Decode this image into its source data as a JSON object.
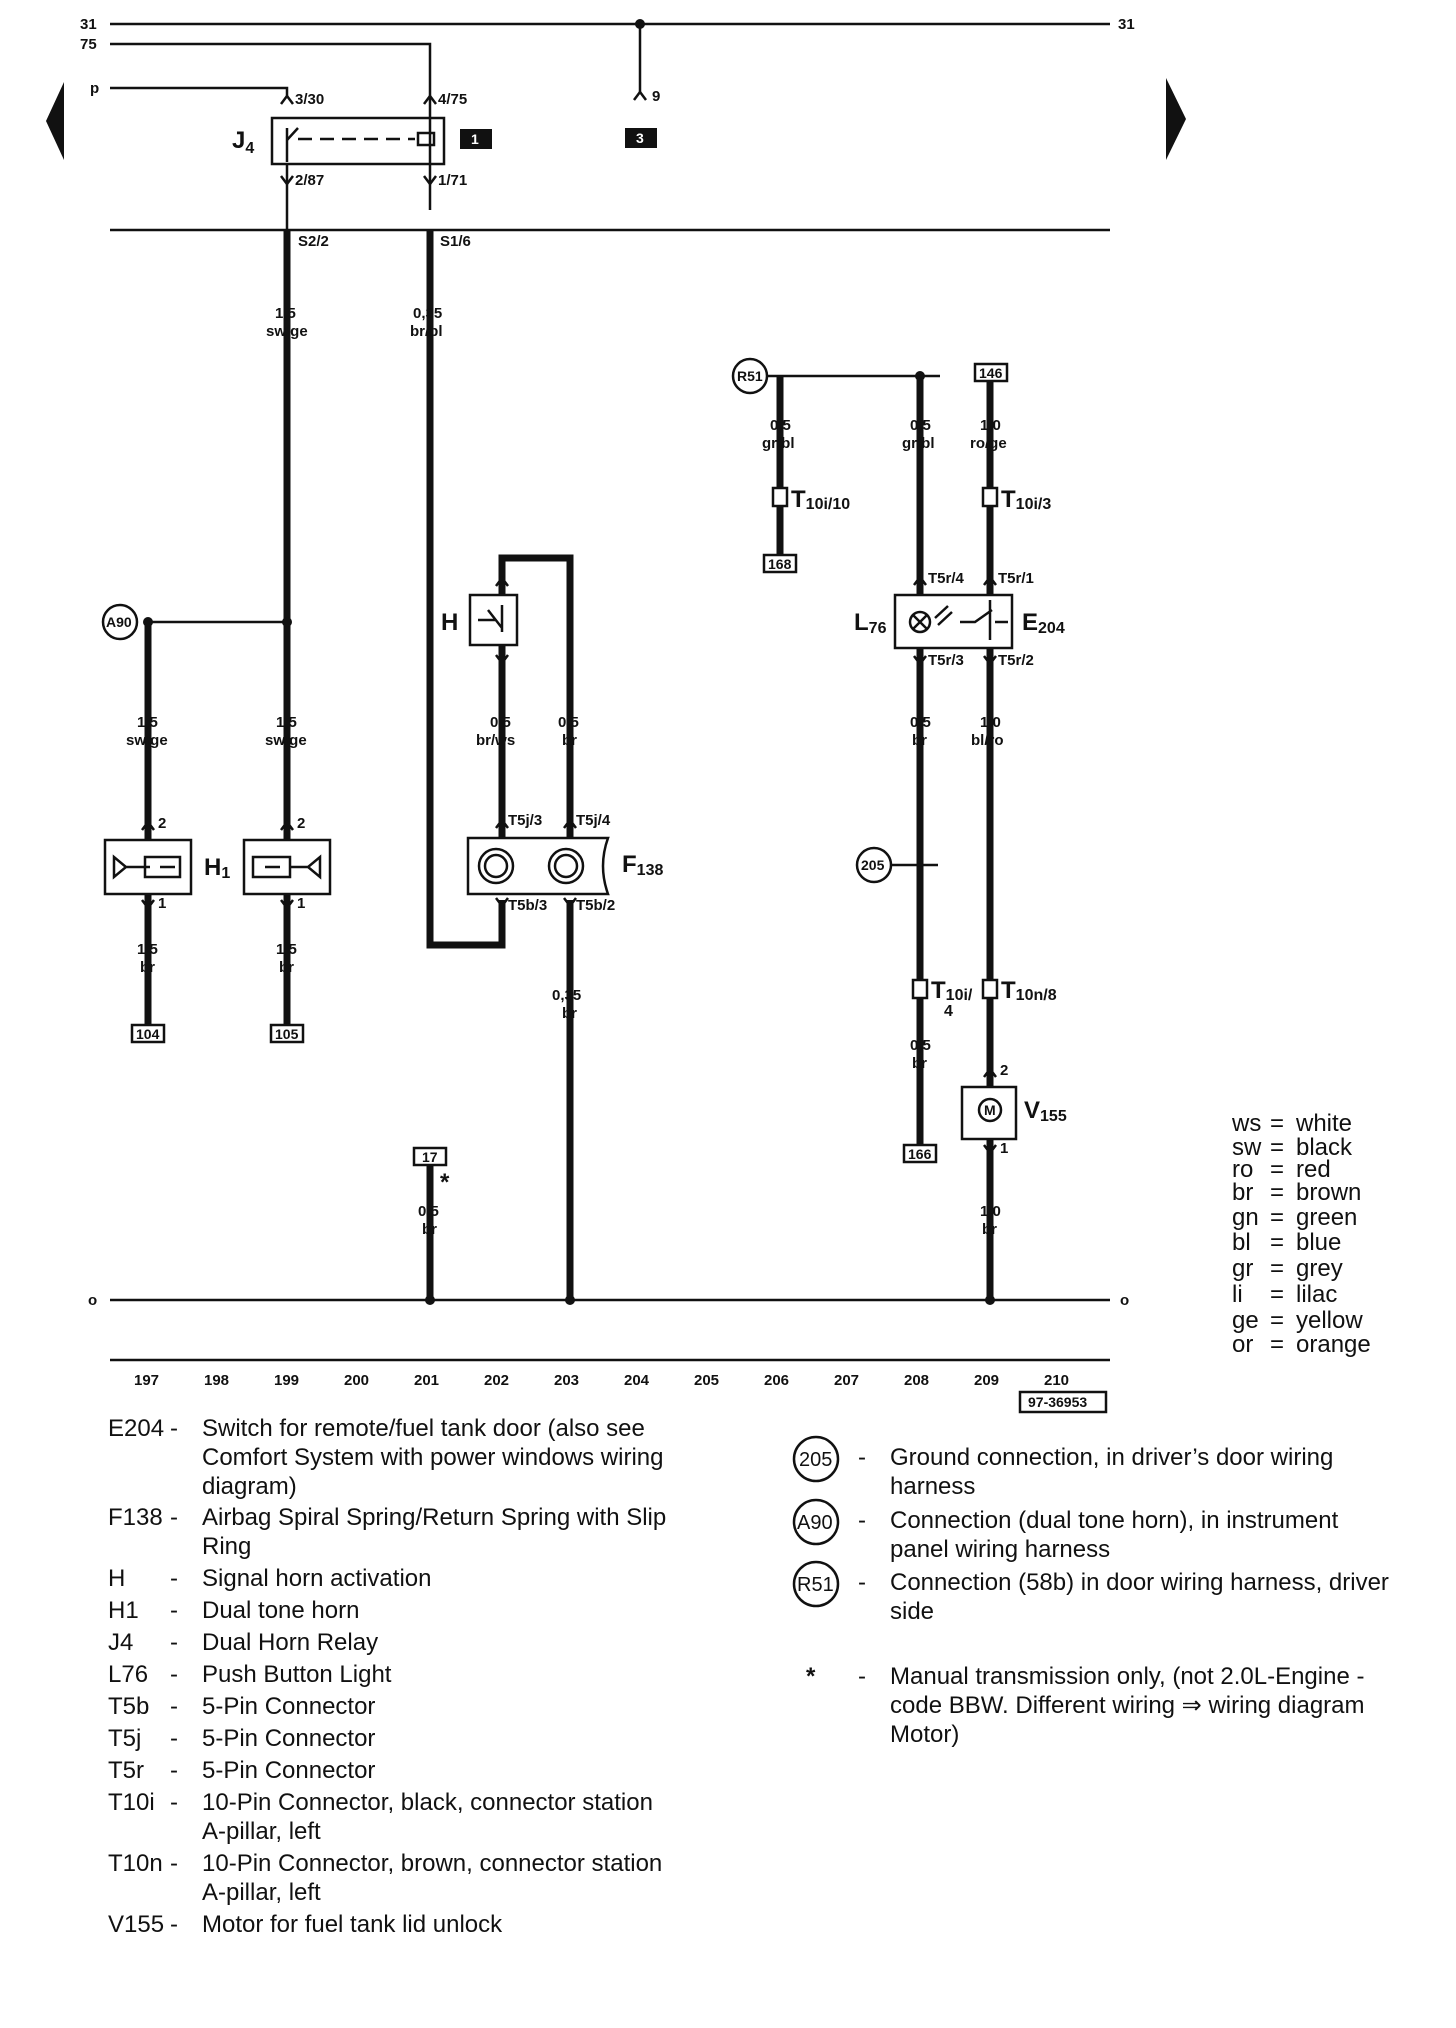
{
  "rails": {
    "top_left": "31",
    "top_right": "31",
    "second": "75",
    "p_input": "p",
    "bottom_left": "o",
    "bottom_right": "o"
  },
  "relay": {
    "name": "J",
    "sub": "4",
    "pins": [
      "3/30",
      "4/75",
      "2/87",
      "1/71"
    ],
    "badge": "1"
  },
  "top_refs": {
    "pin9": "9",
    "badge3": "3"
  },
  "splices": [
    "S2/2",
    "S1/6"
  ],
  "wire_labels": [
    {
      "size": "1,5",
      "color": "sw/ge"
    },
    {
      "size": "0,35",
      "color": "br/bl"
    },
    {
      "size": "0,5",
      "color": "gr/bl"
    },
    {
      "size": "0,5",
      "color": "gr/bl"
    },
    {
      "size": "1,0",
      "color": "ro/ge"
    },
    {
      "size": "1,5",
      "color": "sw/ge"
    },
    {
      "size": "1,5",
      "color": "sw/ge"
    },
    {
      "size": "0,5",
      "color": "br/ws"
    },
    {
      "size": "0,5",
      "color": "br"
    },
    {
      "size": "0,5",
      "color": "br"
    },
    {
      "size": "1,0",
      "color": "bl/ro"
    },
    {
      "size": "1,5",
      "color": "br"
    },
    {
      "size": "1,5",
      "color": "br"
    },
    {
      "size": "0,35",
      "color": "br"
    },
    {
      "size": "0,5",
      "color": "br"
    },
    {
      "size": "0,5",
      "color": "br"
    },
    {
      "size": "1,0",
      "color": "br"
    }
  ],
  "connectors": {
    "R51": "R51",
    "A90": "A90",
    "g205": "205",
    "t10i10_main": "T",
    "t10i10_sub": "10i/10",
    "t10i3_main": "T",
    "t10i3_sub": "10i/3",
    "t10i4_main": "T",
    "t10i4_sub": "10i/",
    "t10i4_sub2": "4",
    "t10n8_main": "T",
    "t10n8_sub": "10n/8"
  },
  "ref_boxes": [
    "146",
    "168",
    "104",
    "105",
    "17",
    "166"
  ],
  "pins": {
    "t5r4": "T5r/4",
    "t5r1": "T5r/1",
    "t5r3": "T5r/3",
    "t5r2": "T5r/2",
    "t5j3": "T5j/3",
    "t5j4": "T5j/4",
    "t5b3": "T5b/3",
    "t5b2": "T5b/2",
    "h1_2a": "2",
    "h1_1a": "1",
    "h1_2b": "2",
    "h1_1b": "1",
    "v155_2": "2",
    "v155_1": "1"
  },
  "components": {
    "H": "H",
    "H1_main": "H",
    "H1_sub": "1",
    "F138_main": "F",
    "F138_sub": "138",
    "L76_main": "L",
    "L76_sub": "76",
    "E204_main": "E",
    "E204_sub": "204",
    "V155_main": "V",
    "V155_sub": "155",
    "motor": "M",
    "asterisk": "*"
  },
  "color_legend": [
    {
      "code": "ws",
      "name": "white"
    },
    {
      "code": "sw",
      "name": "black"
    },
    {
      "code": "ro",
      "name": "red"
    },
    {
      "code": "br",
      "name": "brown"
    },
    {
      "code": "gn",
      "name": "green"
    },
    {
      "code": "bl",
      "name": "blue"
    },
    {
      "code": "gr",
      "name": "grey"
    },
    {
      "code": "li",
      "name": "lilac"
    },
    {
      "code": "ge",
      "name": "yellow"
    },
    {
      "code": "or",
      "name": "orange"
    }
  ],
  "track_numbers": [
    "197",
    "198",
    "199",
    "200",
    "201",
    "202",
    "203",
    "204",
    "205",
    "206",
    "207",
    "208",
    "209",
    "210"
  ],
  "diagram_id": "97-36953",
  "legend_left": [
    {
      "code": "E204",
      "dash": "-",
      "lines": [
        "Switch for remote/fuel tank door (also see",
        "Comfort System with power windows wiring",
        "diagram)"
      ]
    },
    {
      "code": "F138",
      "dash": "-",
      "lines": [
        "Airbag Spiral Spring/Return Spring with Slip",
        "Ring"
      ]
    },
    {
      "code": "H",
      "dash": "-",
      "lines": [
        "Signal horn activation"
      ]
    },
    {
      "code": "H1",
      "dash": "-",
      "lines": [
        "Dual tone horn"
      ]
    },
    {
      "code": "J4",
      "dash": "-",
      "lines": [
        "Dual Horn Relay"
      ]
    },
    {
      "code": "L76",
      "dash": "-",
      "lines": [
        "Push Button Light"
      ]
    },
    {
      "code": "T5b",
      "dash": "-",
      "lines": [
        "5-Pin Connector"
      ]
    },
    {
      "code": "T5j",
      "dash": "-",
      "lines": [
        "5-Pin Connector"
      ]
    },
    {
      "code": "T5r",
      "dash": "-",
      "lines": [
        "5-Pin Connector"
      ]
    },
    {
      "code": "T10i",
      "dash": "-",
      "lines": [
        "10-Pin Connector, black, connector station",
        "A-pillar, left"
      ]
    },
    {
      "code": "T10n",
      "dash": "-",
      "lines": [
        "10-Pin Connector, brown, connector station",
        "A-pillar, left"
      ]
    },
    {
      "code": "V155",
      "dash": "-",
      "lines": [
        "Motor for fuel tank lid unlock"
      ]
    }
  ],
  "legend_right": [
    {
      "symbol": "205",
      "dash": "-",
      "lines": [
        "Ground connection, in driver’s door wiring",
        "harness"
      ]
    },
    {
      "symbol": "A90",
      "dash": "-",
      "lines": [
        "Connection (dual tone horn), in instrument",
        "panel wiring harness"
      ]
    },
    {
      "symbol": "R51",
      "dash": "-",
      "lines": [
        "Connection (58b) in door wiring harness, driver",
        "side"
      ]
    },
    {
      "symbol": "*",
      "dash": "-",
      "lines": [
        "Manual transmission only, (not 2.0L-Engine -",
        "code BBW. Different wiring ⇒ wiring diagram",
        "Motor)"
      ]
    }
  ]
}
